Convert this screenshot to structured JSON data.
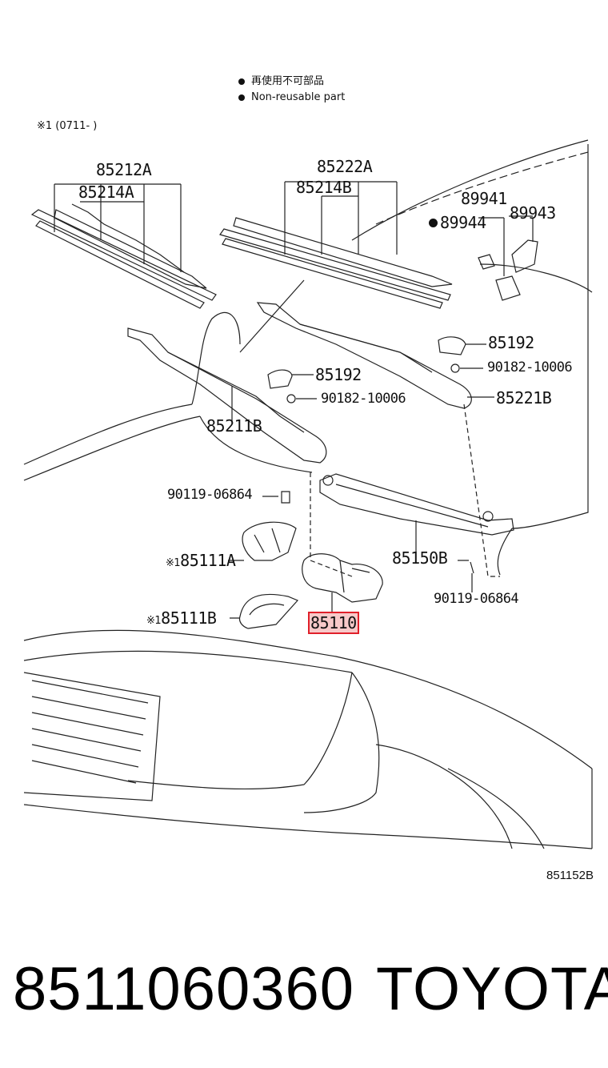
{
  "legend": {
    "jp": "再使用不可部品",
    "en": "Non-reusable part"
  },
  "note": "※1 (0711-   )",
  "callouts": {
    "p85212A": "85212A",
    "p85214A": "85214A",
    "p85222A": "85222A",
    "p85214B": "85214B",
    "p89941": "89941",
    "p89944": "89944",
    "p89943": "89943",
    "p85192a": "85192",
    "p85192b": "85192",
    "p90182a": "90182-10006",
    "p90182b": "90182-10006",
    "p85221B": "85221B",
    "p85211B": "85211B",
    "p90119a": "90119-06864",
    "p90119b": "90119-06864",
    "p85111A": "85111A",
    "p85111B": "85111B",
    "p85110": "85110",
    "p85150B": "85150B",
    "mark1": "※1",
    "mark2": "※1"
  },
  "figure_id": "851152B",
  "footer": {
    "part_number": "8511060360",
    "brand": "TOYOTA"
  },
  "colors": {
    "line": "#222222",
    "highlight_border": "#e0202a",
    "highlight_fill": "#f7c9c9"
  }
}
